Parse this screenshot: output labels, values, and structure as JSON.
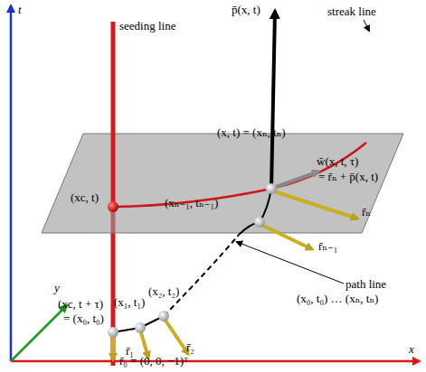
{
  "diagram": {
    "labels": [
      "t",
      "y",
      "x",
      "seeding line",
      "p̄(x, t)",
      "streak line",
      "(x, t) = (xₙ, tₙ)",
      "(xc, t)",
      "w̄(x, t, τ)",
      "= r̄ₙ + p̄(x, t)",
      "(xₙ₋₁, tₙ₋₁)",
      "r̄ₙ",
      "r̄ₙ₋₁",
      "(x₂, t₂)",
      "(x₁, t₁)",
      "(xc, t + τ)",
      "= (x₀, t₀)",
      "r̄₁",
      "r̄₂",
      "path line",
      "(x₀, t₀) … (xₙ, tₙ)",
      "r̄₀ = (0, 0, −1)ᵀ"
    ]
  }
}
